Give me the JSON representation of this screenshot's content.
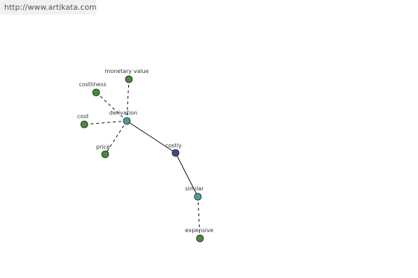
{
  "banner": {
    "url_text": "http://www.artikata.com"
  },
  "colors": {
    "related_node": "#4a8a3c",
    "hub_node": "#4d9a9a",
    "focus_node": "#3c4a88",
    "edge": "#000000",
    "label": "#333333"
  },
  "graph": {
    "nodes": [
      {
        "id": "monetary-value",
        "label": "monetary value",
        "kind": "related"
      },
      {
        "id": "costliness",
        "label": "costliness",
        "kind": "related"
      },
      {
        "id": "cost",
        "label": "cost",
        "kind": "related"
      },
      {
        "id": "derivation",
        "label": "derivation",
        "kind": "hub"
      },
      {
        "id": "price",
        "label": "price",
        "kind": "related"
      },
      {
        "id": "costly",
        "label": "costly",
        "kind": "focus"
      },
      {
        "id": "similar",
        "label": "similar",
        "kind": "hub"
      },
      {
        "id": "expensive",
        "label": "expensive",
        "kind": "related"
      }
    ],
    "edges": [
      {
        "from": "derivation",
        "to": "monetary-value",
        "style": "dashed"
      },
      {
        "from": "derivation",
        "to": "costliness",
        "style": "dashed"
      },
      {
        "from": "derivation",
        "to": "cost",
        "style": "dashed"
      },
      {
        "from": "derivation",
        "to": "price",
        "style": "dashed"
      },
      {
        "from": "derivation",
        "to": "costly",
        "style": "solid"
      },
      {
        "from": "costly",
        "to": "similar",
        "style": "solid"
      },
      {
        "from": "similar",
        "to": "expensive",
        "style": "dashed"
      }
    ]
  }
}
